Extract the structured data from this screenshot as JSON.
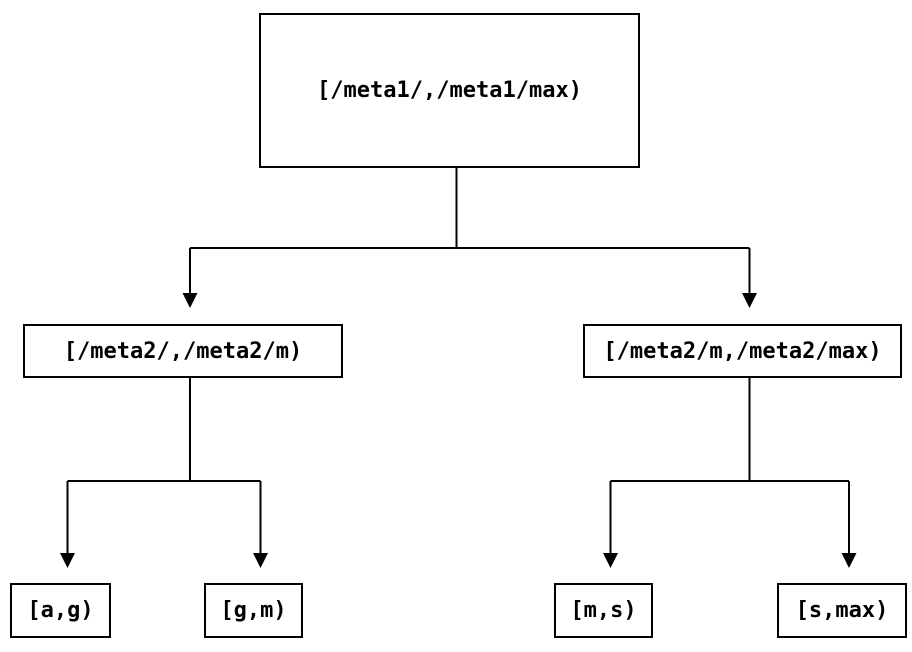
{
  "colors": {
    "background": "#ffffff",
    "foreground": "#000000"
  },
  "nodes": {
    "root": {
      "label": "[/meta1/,/meta1/max)"
    },
    "left": {
      "label": "[/meta2/,/meta2/m)"
    },
    "right": {
      "label": "[/meta2/m,/meta2/max)"
    },
    "left_left": {
      "label": "[a,g)"
    },
    "left_right": {
      "label": "[g,m)"
    },
    "right_left": {
      "label": "[m,s)"
    },
    "right_right": {
      "label": "[s,max)"
    }
  }
}
